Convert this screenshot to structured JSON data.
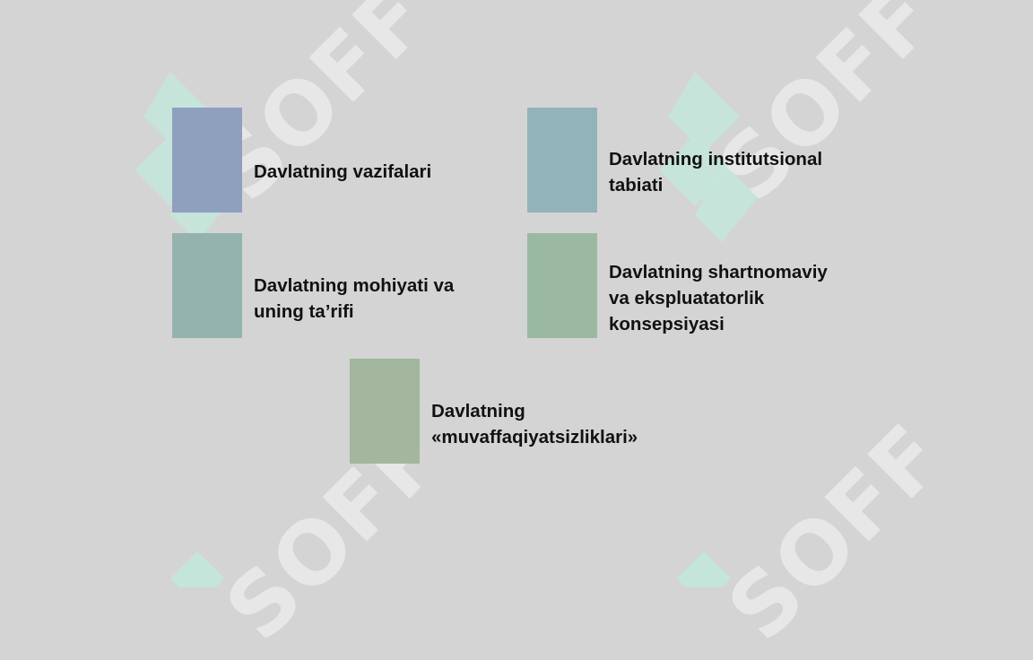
{
  "slide": {
    "watermark_text": "SOFF",
    "items": [
      {
        "lines": [
          "Davlatning vazifalari"
        ],
        "color": "#8fa0bf"
      },
      {
        "lines": [
          "Davlatning institutsional",
          "tabiati"
        ],
        "color": "#92b3b9"
      },
      {
        "lines": [
          "Davlatning mohiyati va",
          "uning ta’rifi"
        ],
        "color": "#94b3ae"
      },
      {
        "lines": [
          "Davlatning shartnomaviy",
          "va ekspluatatorlik",
          "konsepsiyasi"
        ],
        "color": "#9bb9a2"
      },
      {
        "lines": [
          "Davlatning",
          "«muvaffaqiyatsizliklari»"
        ],
        "color": "#a2b79e"
      }
    ]
  },
  "colors": {
    "background": "#d4d4d4",
    "watermark_mint": "#c4e6da",
    "watermark_gray": "#e7e7e7"
  }
}
